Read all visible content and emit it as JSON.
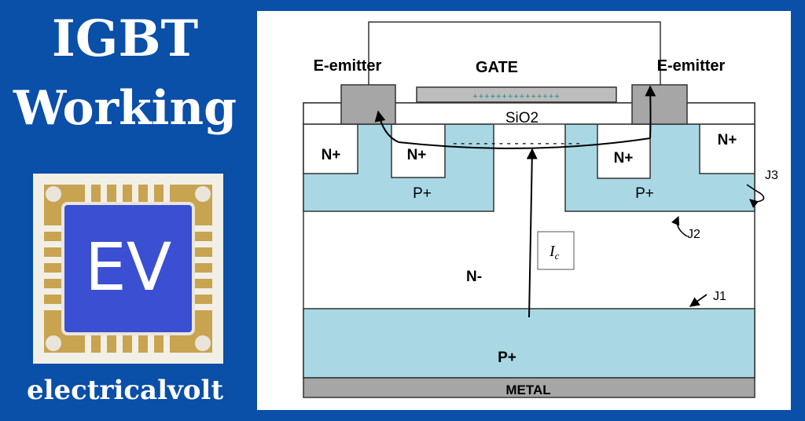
{
  "header": {
    "line1": "IGBT",
    "line2": "Working"
  },
  "logo": {
    "text": "EV",
    "icon": "chip-logo-icon"
  },
  "brand": "electricalvolt",
  "diagram": {
    "gate": "GATE",
    "gate_charge": "+++++++++++++++",
    "emitter_left": "E-emitter",
    "emitter_right": "E-emitter",
    "oxide": "SiO2",
    "n_plus": "N+",
    "p_plus": "P+",
    "n_minus": "N-",
    "p_plus_bottom": "P+",
    "metal": "METAL",
    "current_main": "I",
    "current_sub": "c",
    "j1": "J1",
    "j2": "J2",
    "j3": "J3",
    "channel_dashes": "- - - - - - - - - - - - - - - - -"
  },
  "colors": {
    "background": "#0a4fa8",
    "light_blue": "#a9d8e4",
    "gray_contact": "#a6a6a6",
    "metal": "#a6a6a6",
    "logo_blue": "#3b4fd2",
    "logo_gold": "#c8a451"
  }
}
